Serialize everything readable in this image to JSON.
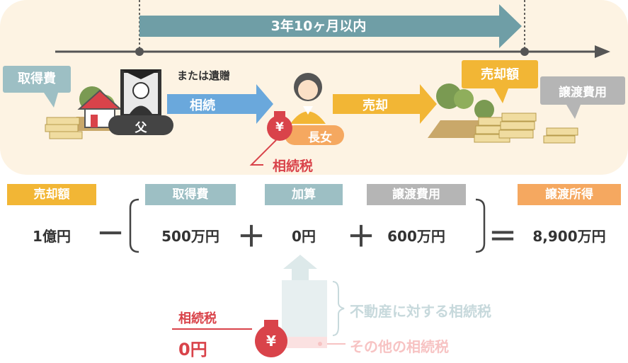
{
  "timeline": {
    "period_label": "3年10ヶ月以内"
  },
  "top": {
    "acquisition_cost_label": "取得費",
    "or_bequest_label": "または遺贈",
    "inheritance_arrow_label": "相続",
    "father_label": "父",
    "daughter_label": "長女",
    "sale_arrow_label": "売却",
    "sale_price_label": "売却額",
    "transfer_cost_label": "譲渡費用",
    "inheritance_tax_label": "相続税",
    "yen_symbol": "¥"
  },
  "formula": {
    "items": [
      {
        "header": "売却額",
        "value": "1億円",
        "color": "#f2b635"
      },
      {
        "header": "取得費",
        "value": "500万円",
        "color": "#9dbfc4"
      },
      {
        "header": "加算",
        "value": "0円",
        "color": "#9dbfc4"
      },
      {
        "header": "譲渡費用",
        "value": "600万円",
        "color": "#b5b5b5"
      },
      {
        "header": "譲渡所得",
        "value": "8,900万円",
        "color": "#f5a860"
      }
    ],
    "minus": "－",
    "plus": "＋",
    "equals": "＝"
  },
  "bottom": {
    "inheritance_tax_label": "相続税",
    "inheritance_tax_value": "0円",
    "real_estate_tax_label": "不動産に対する相続税",
    "other_tax_label": "その他の相続税"
  },
  "colors": {
    "panel": "#fdf3e3",
    "teal": "#6f9ea6",
    "blue": "#6aa8dc",
    "yellow": "#f2b635",
    "red": "#d9434a",
    "gray": "#b5b5b5",
    "orange": "#f5a860"
  }
}
